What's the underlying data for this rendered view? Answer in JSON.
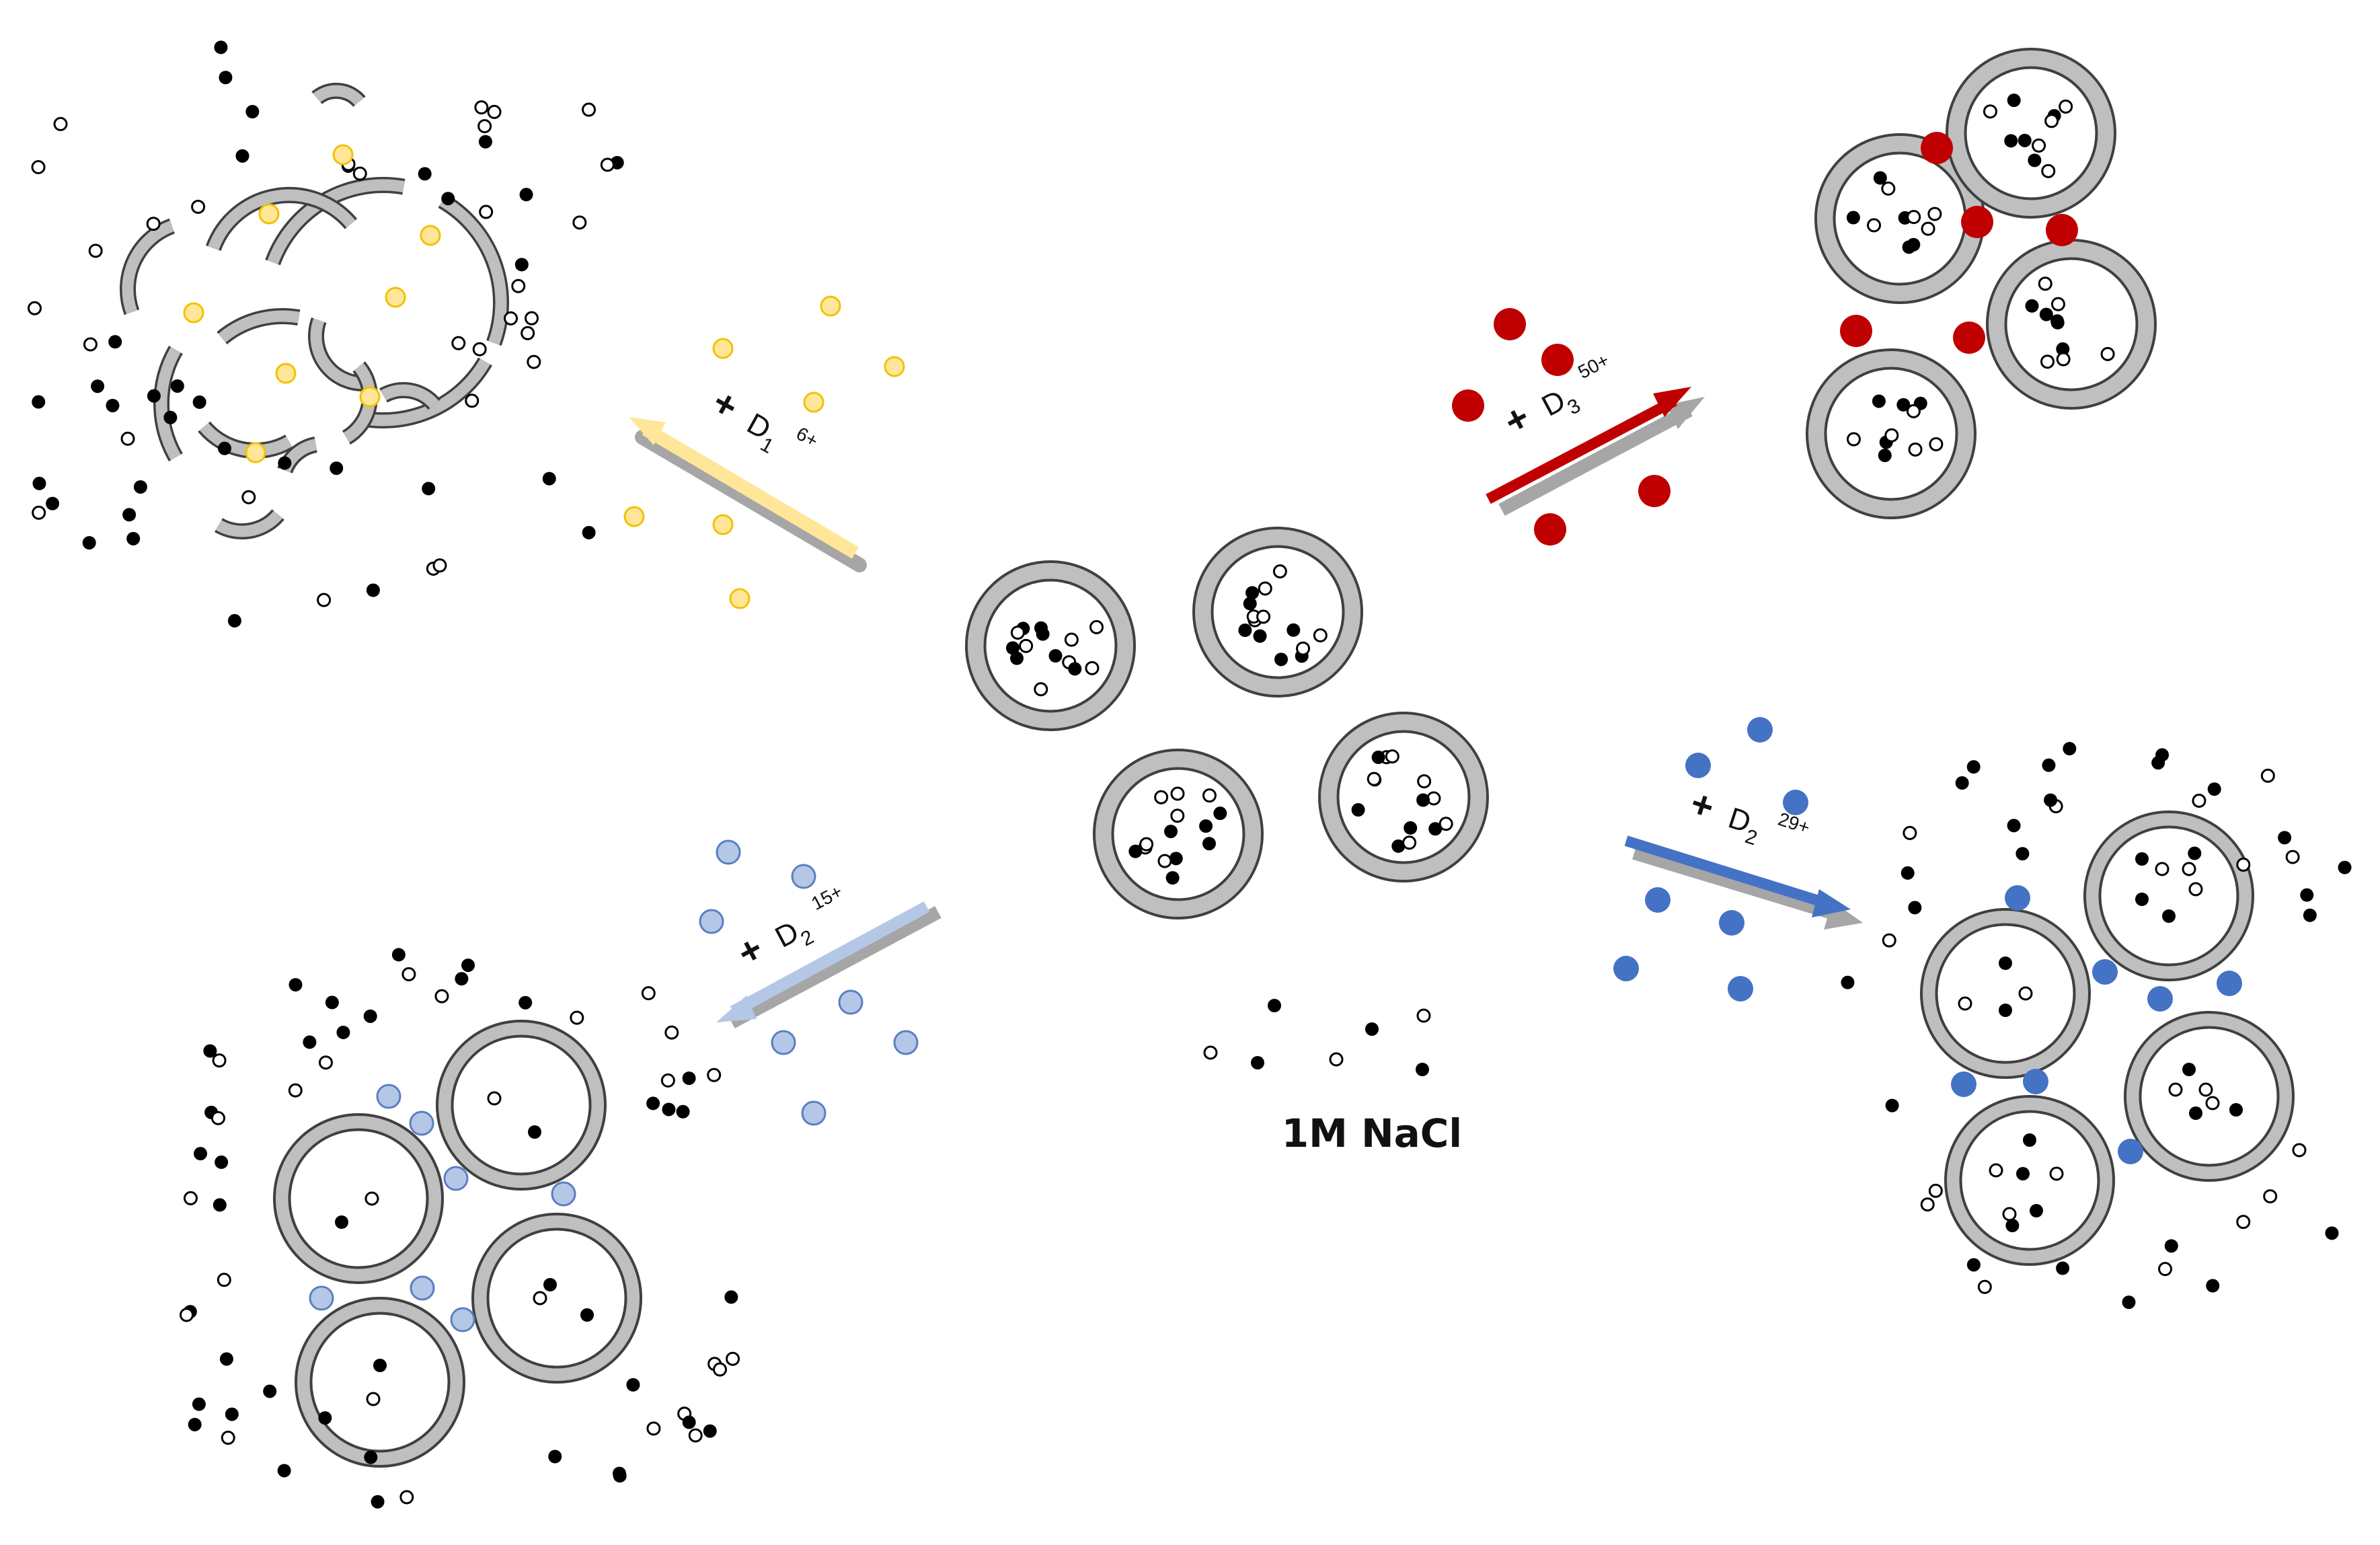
{
  "caption": "1M NaCl",
  "reactions": [
    {
      "id": "d1",
      "plus": "+",
      "base": "D",
      "sub": "1",
      "charge": "6+",
      "color": "#ffe699",
      "outcome": "fragmented"
    },
    {
      "id": "d3",
      "plus": "+",
      "base": "D",
      "sub": "3",
      "charge": "50+",
      "color": "#c00000",
      "outcome": "clustered"
    },
    {
      "id": "d2-light",
      "plus": "+",
      "base": "D",
      "sub": "2",
      "charge": "15+",
      "color": "#b4c7e7",
      "outcome": "clustered-leaky"
    },
    {
      "id": "d2",
      "plus": "+",
      "base": "D",
      "sub": "2",
      "charge": "29+",
      "color": "#4472c4",
      "outcome": "clustered-leaky"
    }
  ],
  "colors": {
    "shell": "#bfbfbf",
    "shell_outline": "#404040",
    "ion_filled": "#000000",
    "ion_open": "#ffffff",
    "arrow_shadow": "#a6a6a6"
  }
}
